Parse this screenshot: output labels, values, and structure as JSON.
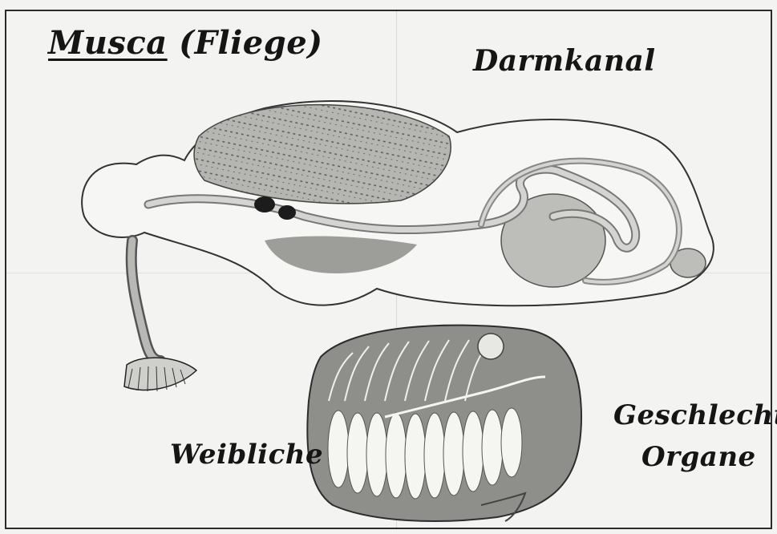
{
  "title": {
    "genus": "Musca",
    "common": "(Fliege)"
  },
  "labels": {
    "gut": "Darmkanal",
    "female": "Weibliche",
    "organs_line1": "Geschlechts-",
    "organs_line2": "Organe"
  },
  "colors": {
    "paper": "#f3f3f1",
    "ink": "#151515",
    "gut_tube": "#c9c9c6",
    "ovary_fill": "#8e8e8b",
    "muscle": "#9a9a96"
  }
}
